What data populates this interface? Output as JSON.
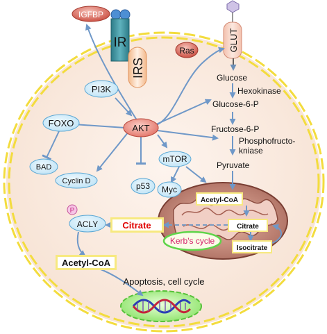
{
  "receptors": {
    "igfbp": "IGFBP",
    "ir": "IR",
    "irs": "IRS",
    "glut": "GLUT"
  },
  "signaling": {
    "pi3k": "PI3K",
    "akt": "AKT",
    "foxo": "FOXO",
    "bad": "BAD",
    "cyclin_d": "Cyclin D",
    "p53": "p53",
    "mtor": "mTOR",
    "myc": "Myc",
    "ras": "Ras",
    "p": "P",
    "acly": "ACLY"
  },
  "glycolysis": {
    "glucose": "Glucose",
    "hexokinase": "Hexokinase",
    "glucose_6_p": "Glucose-6-P",
    "fructose_6_p": "Fructose-6-P",
    "phosphofructo_1": "Phosphofructo-",
    "phosphofructo_2": "kniase",
    "pyruvate": "Pyruvate"
  },
  "mitochondria": {
    "acetyl_coa": "Acetyl-CoA",
    "citrate": "Citrate",
    "kerbs_cycle": "Kerb's cycle",
    "isocitrate": "Isocitrate"
  },
  "cytosol": {
    "citrate": "Citrate",
    "acetyl_coa": "Acetyl-CoA",
    "outcome": "Apoptosis, cell cycle"
  },
  "colors": {
    "cell_border": "#f3dc3e",
    "cell_fill": "#fbecdf",
    "arrow": "#6f98c8",
    "node_fill": "#cdeaf7",
    "node_border": "#5aa7d4",
    "akt_fill": "#e98075",
    "mito": "#b4786c",
    "nucleus": "#aaf08c",
    "citrate_red": "#e00000",
    "label_bar": "#f7e980"
  }
}
